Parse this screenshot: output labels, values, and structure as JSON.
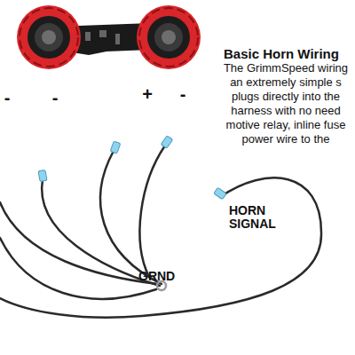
{
  "diagram": {
    "title": "Basic Horn Wiring",
    "labels": [
      "The GrimmSpeed wiring",
      "an extremely simple s",
      "plugs directly into the",
      "harness with no need",
      "motive relay, inline fuse",
      "power wire to the",
      "-",
      "-",
      "+",
      "-",
      "GRND",
      "HORN SIGNAL"
    ]
  }
}
